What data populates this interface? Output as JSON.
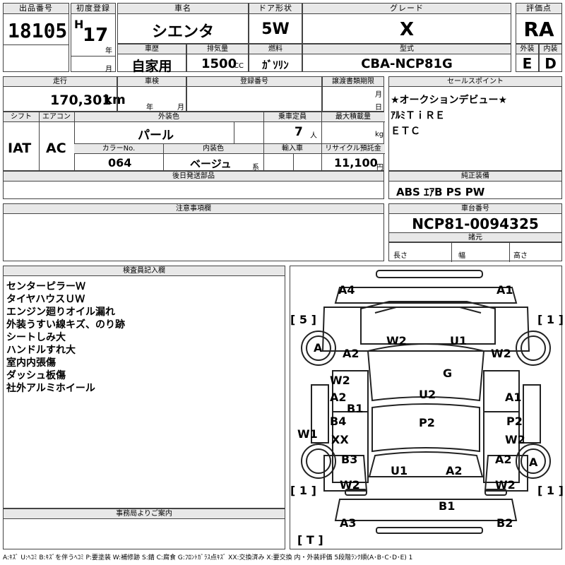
{
  "header": {
    "lot_no_label": "出品番号",
    "lot_no": "18105",
    "first_reg_label": "初度登録",
    "era": "H",
    "year_val": "17",
    "year_unit": "年",
    "month_unit": "月",
    "car_name_label": "車名",
    "car_name": "シエンタ",
    "door_label": "ドア形状",
    "door": "5W",
    "grade_label": "グレード",
    "grade": "X",
    "rating_label": "評価点",
    "rating": "RA",
    "history_label": "車歴",
    "history": "自家用",
    "displacement_label": "排気量",
    "displacement": "1500",
    "displacement_unit": "CC",
    "fuel_label": "燃料",
    "fuel": "ｶﾞｿﾘﾝ",
    "model_label": "型式",
    "model": "CBA-NCP81G",
    "exterior_label": "外装",
    "exterior": "E",
    "interior_label": "内装",
    "interior": "D"
  },
  "row2": {
    "mileage_label": "走行",
    "mileage": "170,301",
    "mileage_unit": "km",
    "inspection_label": "車検",
    "insp_year": "年",
    "insp_month": "月",
    "plate_label": "登録番号",
    "transfer_label": "譲渡書類期限",
    "transfer_month": "月",
    "transfer_day": "日",
    "shift_label": "シフト",
    "shift": "IAT",
    "ac_label": "エアコン",
    "ac": "AC",
    "color_label": "外装色",
    "color": "パール",
    "capacity_label": "乗車定員",
    "capacity": "7",
    "capacity_unit": "人",
    "load_label": "最大積載量",
    "load_unit": "kg",
    "color_no_label": "カラーNo.",
    "color_no": "064",
    "int_color_label": "内装色",
    "int_color": "ベージュ",
    "int_color_unit": "系",
    "import_label": "輸入車",
    "recycle_label": "リサイクル預託金",
    "recycle": "11,100",
    "recycle_unit": "円",
    "later_parts_label": "後日発送部品"
  },
  "sales": {
    "label": "セールスポイント",
    "lines": [
      "★オークションデビュー★",
      "ｱﾙﾐＴｉＲＥ",
      "ＥＴＣ"
    ]
  },
  "equipment": {
    "label": "純正装備",
    "value": "ABS ｴｱB PS PW"
  },
  "notes": {
    "label": "注意事項欄"
  },
  "chassis": {
    "label": "車台番号",
    "value": "NCP81-0094325"
  },
  "specs": {
    "label": "諸元",
    "length": "長さ",
    "width": "幅",
    "height": "高さ"
  },
  "inspector": {
    "label": "検査員記入欄",
    "lines": [
      "センターピラーＷ",
      "タイヤハウスＵＷ",
      "エンジン廻りオイル漏れ",
      "外装うすい線キズ、のり跡",
      "シートしみ大",
      "ハンドルすれ大",
      "室内内張傷",
      "ダッシュ板傷",
      "社外アルミホイール"
    ]
  },
  "office": {
    "label": "事務局よりご案内"
  },
  "diagram": {
    "tire_fl": "5",
    "tire_fr": "1",
    "tire_rl": "1",
    "tire_rr": "1",
    "tire_spare": "T",
    "marks": {
      "a4": "A4",
      "a1_top": "A1",
      "a_left": "A",
      "a2_left": "A2",
      "w2_roof": "W2",
      "u1_roof": "U1",
      "w2_right": "W2",
      "w2_door": "W2",
      "g": "G",
      "a2_door": "A2",
      "u2": "U2",
      "a1_door": "A1",
      "b1_door": "B1",
      "b4": "B4",
      "p2": "P2",
      "p2_right": "P2",
      "xx": "XX",
      "w2_rdoor": "W2",
      "w1": "W1",
      "b3": "B3",
      "u1_rear": "U1",
      "a2_rear": "A2",
      "a2_rr": "A2",
      "a_right": "A",
      "w2_rl": "W2",
      "w2_rr": "W2",
      "b1_rear": "B1",
      "a3": "A3",
      "b2": "B2"
    }
  },
  "legend": "A:ｷｽﾞ U:ﾍｺﾐ B:ｷｽﾞを伴うﾍｺﾐ P:要塗装 W:補修跡 S:錆 C:腐食 G:ﾌﾛﾝﾄｶﾞﾗｽ点ｷｽﾞ XX:交換済み X:要交換 内・外装評価 5段階ﾗﾝｸ順(A･B･C･D･E) 1"
}
